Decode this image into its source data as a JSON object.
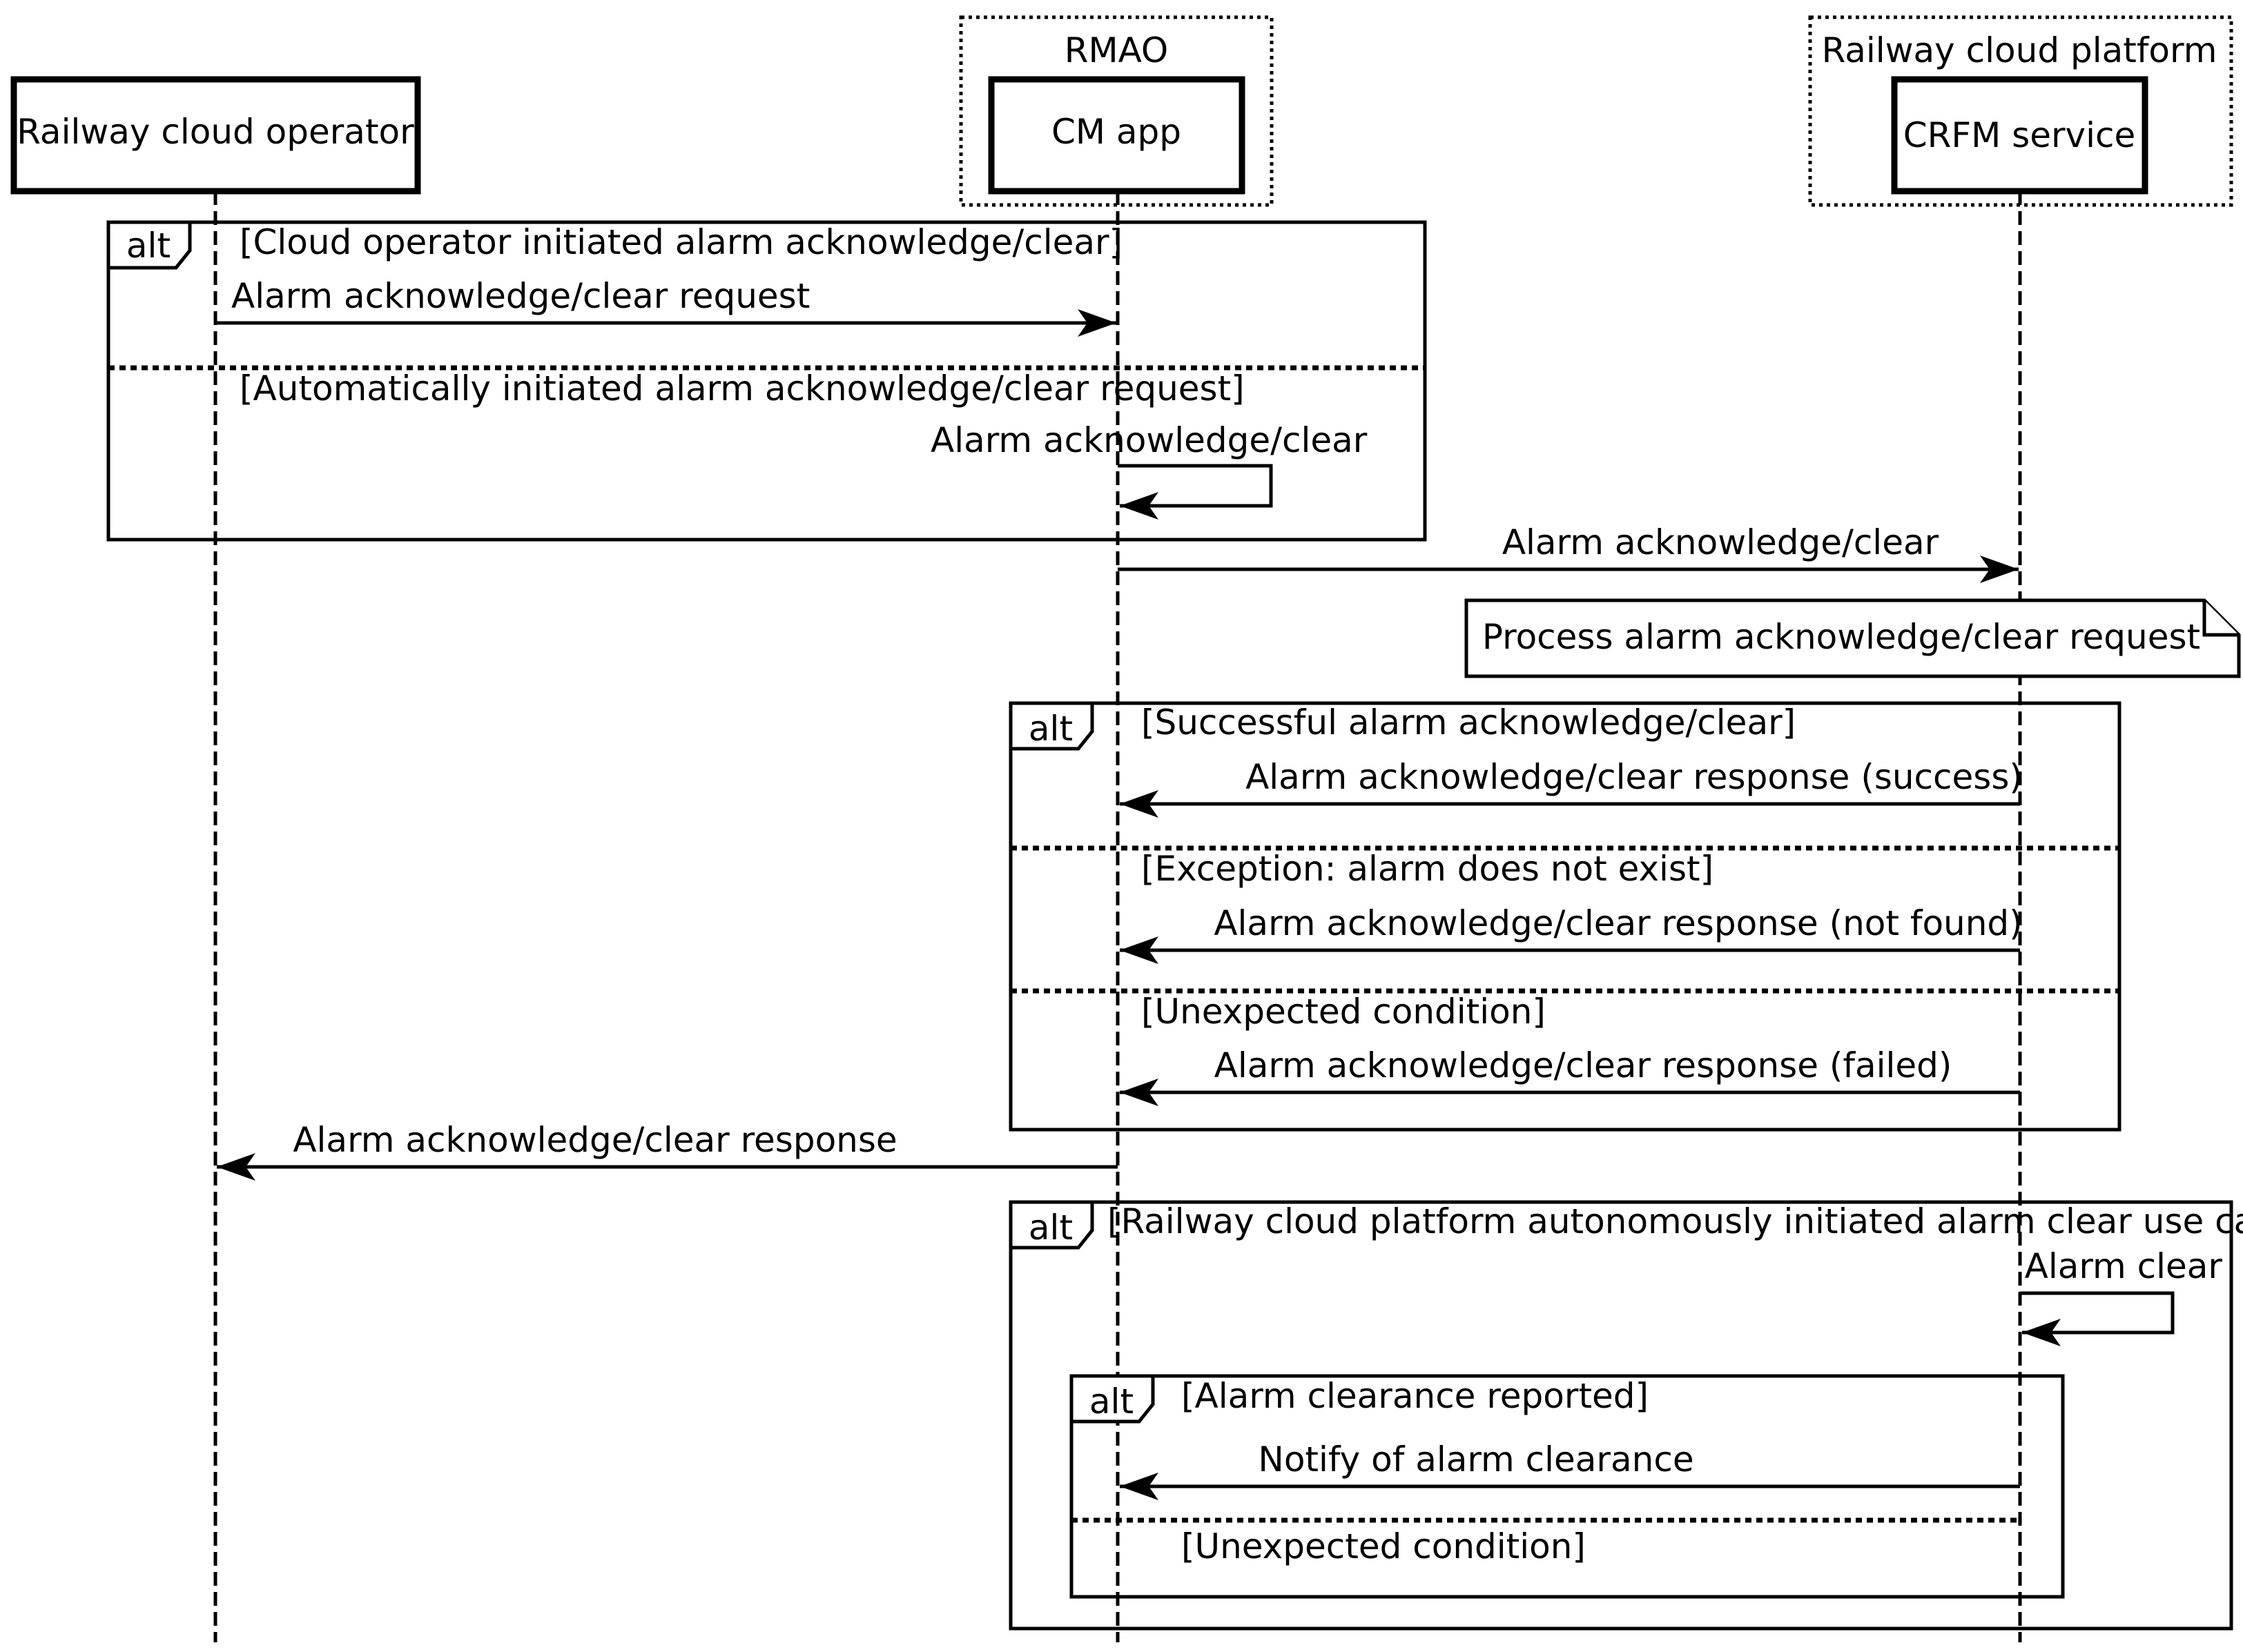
{
  "participants": {
    "operator": "Railway cloud operator",
    "rmao_group": "RMAO",
    "cm_app": "CM app",
    "platform_group": "Railway cloud platform",
    "crfm": "CRFM service"
  },
  "alt1": {
    "tag": "alt",
    "guard1": "[Cloud operator initiated alarm acknowledge/clear]",
    "msg_request": "Alarm acknowledge/clear request",
    "guard2": "[Automatically initiated alarm acknowledge/clear request]",
    "msg_self": "Alarm acknowledge/clear"
  },
  "msg_to_crfm": "Alarm acknowledge/clear",
  "note_process": "Process alarm acknowledge/clear request",
  "alt2": {
    "tag": "alt",
    "guard1": "[Successful alarm acknowledge/clear]",
    "msg_success": "Alarm acknowledge/clear response (success)",
    "guard2": "[Exception: alarm does not exist]",
    "msg_notfound": "Alarm acknowledge/clear response (not found)",
    "guard3": "[Unexpected condition]",
    "msg_failed": "Alarm acknowledge/clear response (failed)"
  },
  "msg_response_to_operator": "Alarm acknowledge/clear response",
  "alt3": {
    "tag": "alt",
    "guard1": "[Railway cloud platform autonomously initiated alarm clear use case]",
    "msg_self_clear": "Alarm clear"
  },
  "alt4": {
    "tag": "alt",
    "guard1": "[Alarm clearance reported]",
    "msg_notify": "Notify of alarm clearance",
    "guard2": "[Unexpected condition]"
  }
}
